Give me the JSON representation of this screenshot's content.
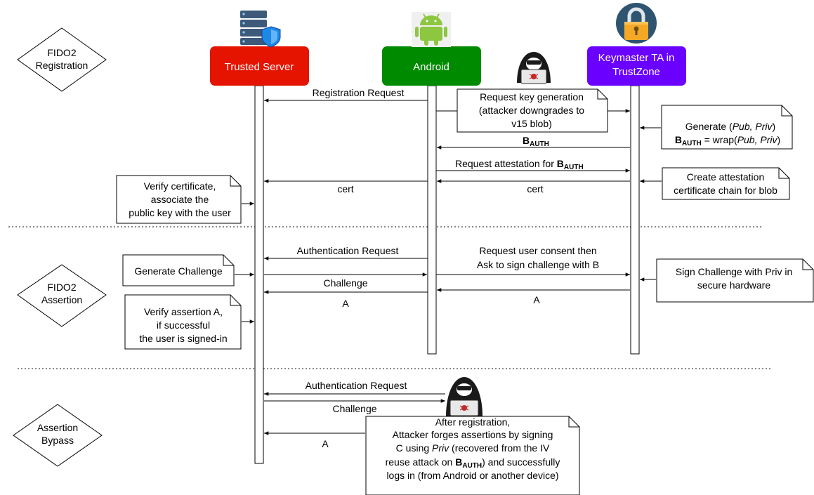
{
  "colors": {
    "server": "#e51400",
    "android": "#008a00",
    "keymaster": "#6a00ff",
    "hacker": "#1a1a1a"
  },
  "participants": {
    "server": "Trusted Server",
    "android": "Android",
    "keymaster_line1": "Keymaster TA in",
    "keymaster_line2": "TrustZone"
  },
  "phases": {
    "registration_line1": "FIDO2",
    "registration_line2": "Registration",
    "assertion_line1": "FIDO2",
    "assertion_line2": "Assertion",
    "bypass_line1": "Assertion",
    "bypass_line2": "Bypass"
  },
  "registration": {
    "registration_request": "Registration Request",
    "keygen_note_line1": "Request key generation",
    "keygen_note_line2": "(attacker downgrades to",
    "keygen_note_line3": "v15 blob)",
    "generate_word": "Generate (",
    "generate_pub_priv": "Pub, Priv",
    "generate_close": ")",
    "b_letter": "B",
    "b_subscript": "AUTH",
    "wrap_eq": " = wrap(",
    "wrap_pub": "Pub, Priv",
    "wrap_close": ")",
    "attest_request_prefix": "Request attestation for ",
    "cert_to_android": "cert",
    "cert_to_server": "cert",
    "create_attest_line1": "Create attestation",
    "create_attest_line2": "certificate chain for blob",
    "verify_cert_line1": "Verify certificate,",
    "verify_cert_line2": "associate the",
    "verify_cert_line3": "public key with the user"
  },
  "assertion": {
    "auth_request": "Authentication Request",
    "generate_challenge": "Generate Challenge",
    "consent_line1": "Request user consent then",
    "consent_line2": "Ask to sign challenge with B",
    "sign_line1": "Sign Challenge with Priv in",
    "sign_line2": "secure hardware",
    "challenge": "Challenge",
    "a_to_server": "A",
    "a_to_android": "A",
    "verify_line1": "Verify assertion A,",
    "verify_line2": "if successful",
    "verify_line3": "the user is signed-in"
  },
  "bypass": {
    "auth_request": "Authentication Request",
    "challenge": "Challenge",
    "a_to_server": "A",
    "note_line1": "After registration,",
    "note_line2": "Attacker forges assertions by signing",
    "note_line3a": "C using ",
    "note_line3b": "Priv",
    "note_line3c": " (recovered from the IV",
    "note_line4a": "reuse attack on ",
    "note_line4b": ") and successfully",
    "note_line5": "logs in (from Android or another device)"
  },
  "icons": [
    "server-shield-icon",
    "android-icon",
    "padlock-icon",
    "hacker-icon"
  ]
}
